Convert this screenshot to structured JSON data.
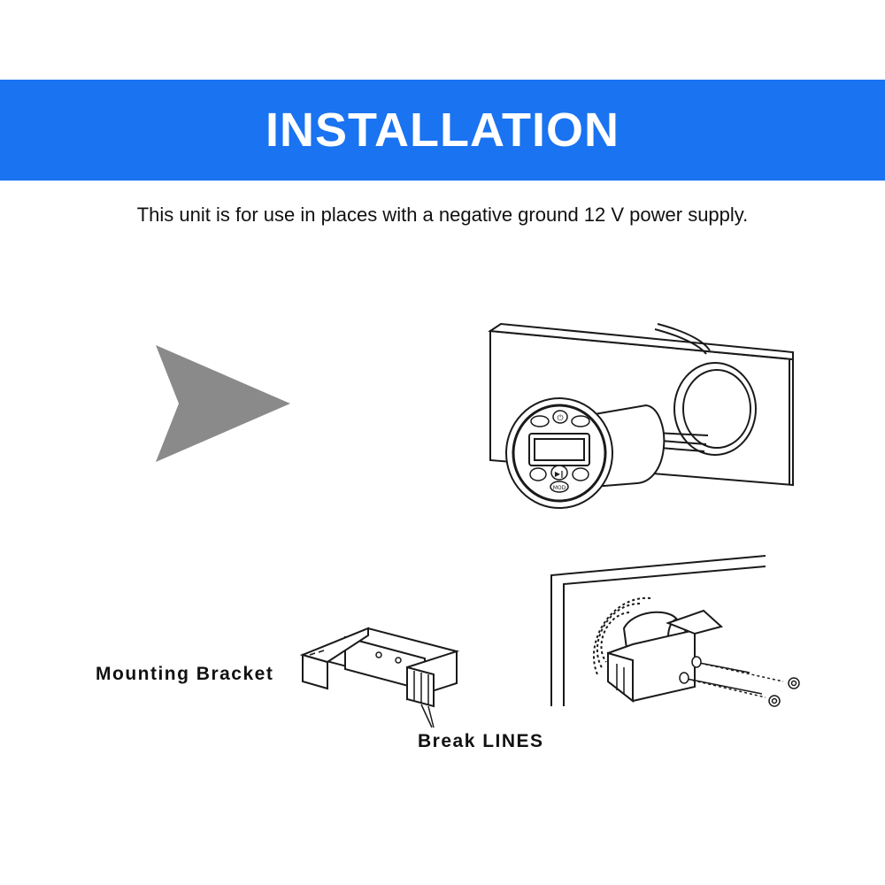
{
  "header": {
    "title": "INSTALLATION",
    "background": "#1a73f0"
  },
  "intro": {
    "text": "This unit is for use in places with a negative ground 12 V power supply."
  },
  "radio_buttons": {
    "power": "⏻",
    "play_pause": "▶‖",
    "mode": "MOD"
  },
  "labels": {
    "bracket": "Mounting Bracket",
    "break": "Break LINES"
  },
  "icons": {
    "pointer": "arrow-right-icon"
  },
  "colors": {
    "arrow": "#8a8a8a",
    "line": "#1a1a1a"
  }
}
